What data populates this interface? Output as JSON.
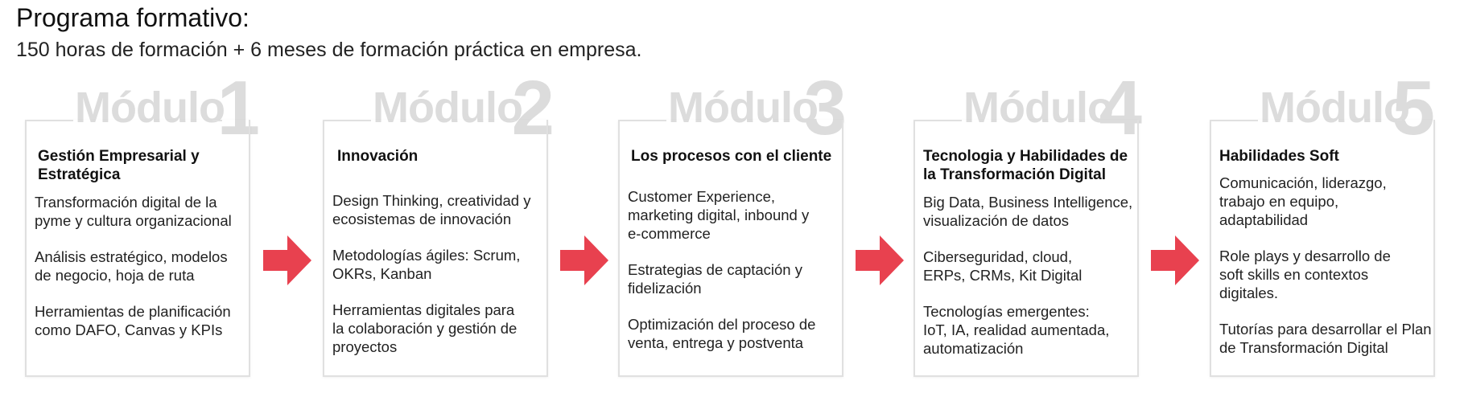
{
  "header": {
    "title": "Programa formativo:",
    "subtitle": "150 horas de formación + 6 meses de formación práctica en empresa."
  },
  "module_word": "Módulo",
  "colors": {
    "accent": "#e8414f",
    "watermark": "#dcdcdc",
    "border": "#e0e0e0"
  },
  "modules": [
    {
      "number": "1",
      "title": "Gestión Empresarial y Estratégica",
      "items": [
        "Transformación digital de la pyme y cultura organizacional",
        "Análisis estratégico, modelos de negocio, hoja de ruta",
        "Herramientas de planificación como DAFO, Canvas y KPIs"
      ]
    },
    {
      "number": "2",
      "title": "Innovación",
      "items": [
        "Design Thinking, creatividad y ecosistemas de innovación",
        "Metodologías ágiles: Scrum, OKRs, Kanban",
        "Herramientas digitales para la colaboración y gestión de proyectos"
      ]
    },
    {
      "number": "3",
      "title": "Los procesos con el cliente",
      "items": [
        "Customer Experience, marketing digital, inbound y e-commerce",
        "Estrategias de captación y fidelización",
        "Optimización del proceso de venta, entrega y postventa"
      ]
    },
    {
      "number": "4",
      "title": "Tecnologia y Habilidades de la Transformación Digital",
      "items": [
        "Big Data, Business Intelligence, visualización de datos",
        "Ciberseguridad, cloud, ERPs, CRMs, Kit Digital",
        "Tecnologías emergentes: IoT, IA, realidad aumentada, automatización"
      ]
    },
    {
      "number": "5",
      "title": "Habilidades Soft",
      "items": [
        "Comunicación, liderazgo, trabajo en equipo, adaptabilidad",
        "Role plays y desarrollo de soft skills en contextos digitales.",
        "Tutorías para desarrollar el Plan de Transformación Digital"
      ]
    }
  ]
}
